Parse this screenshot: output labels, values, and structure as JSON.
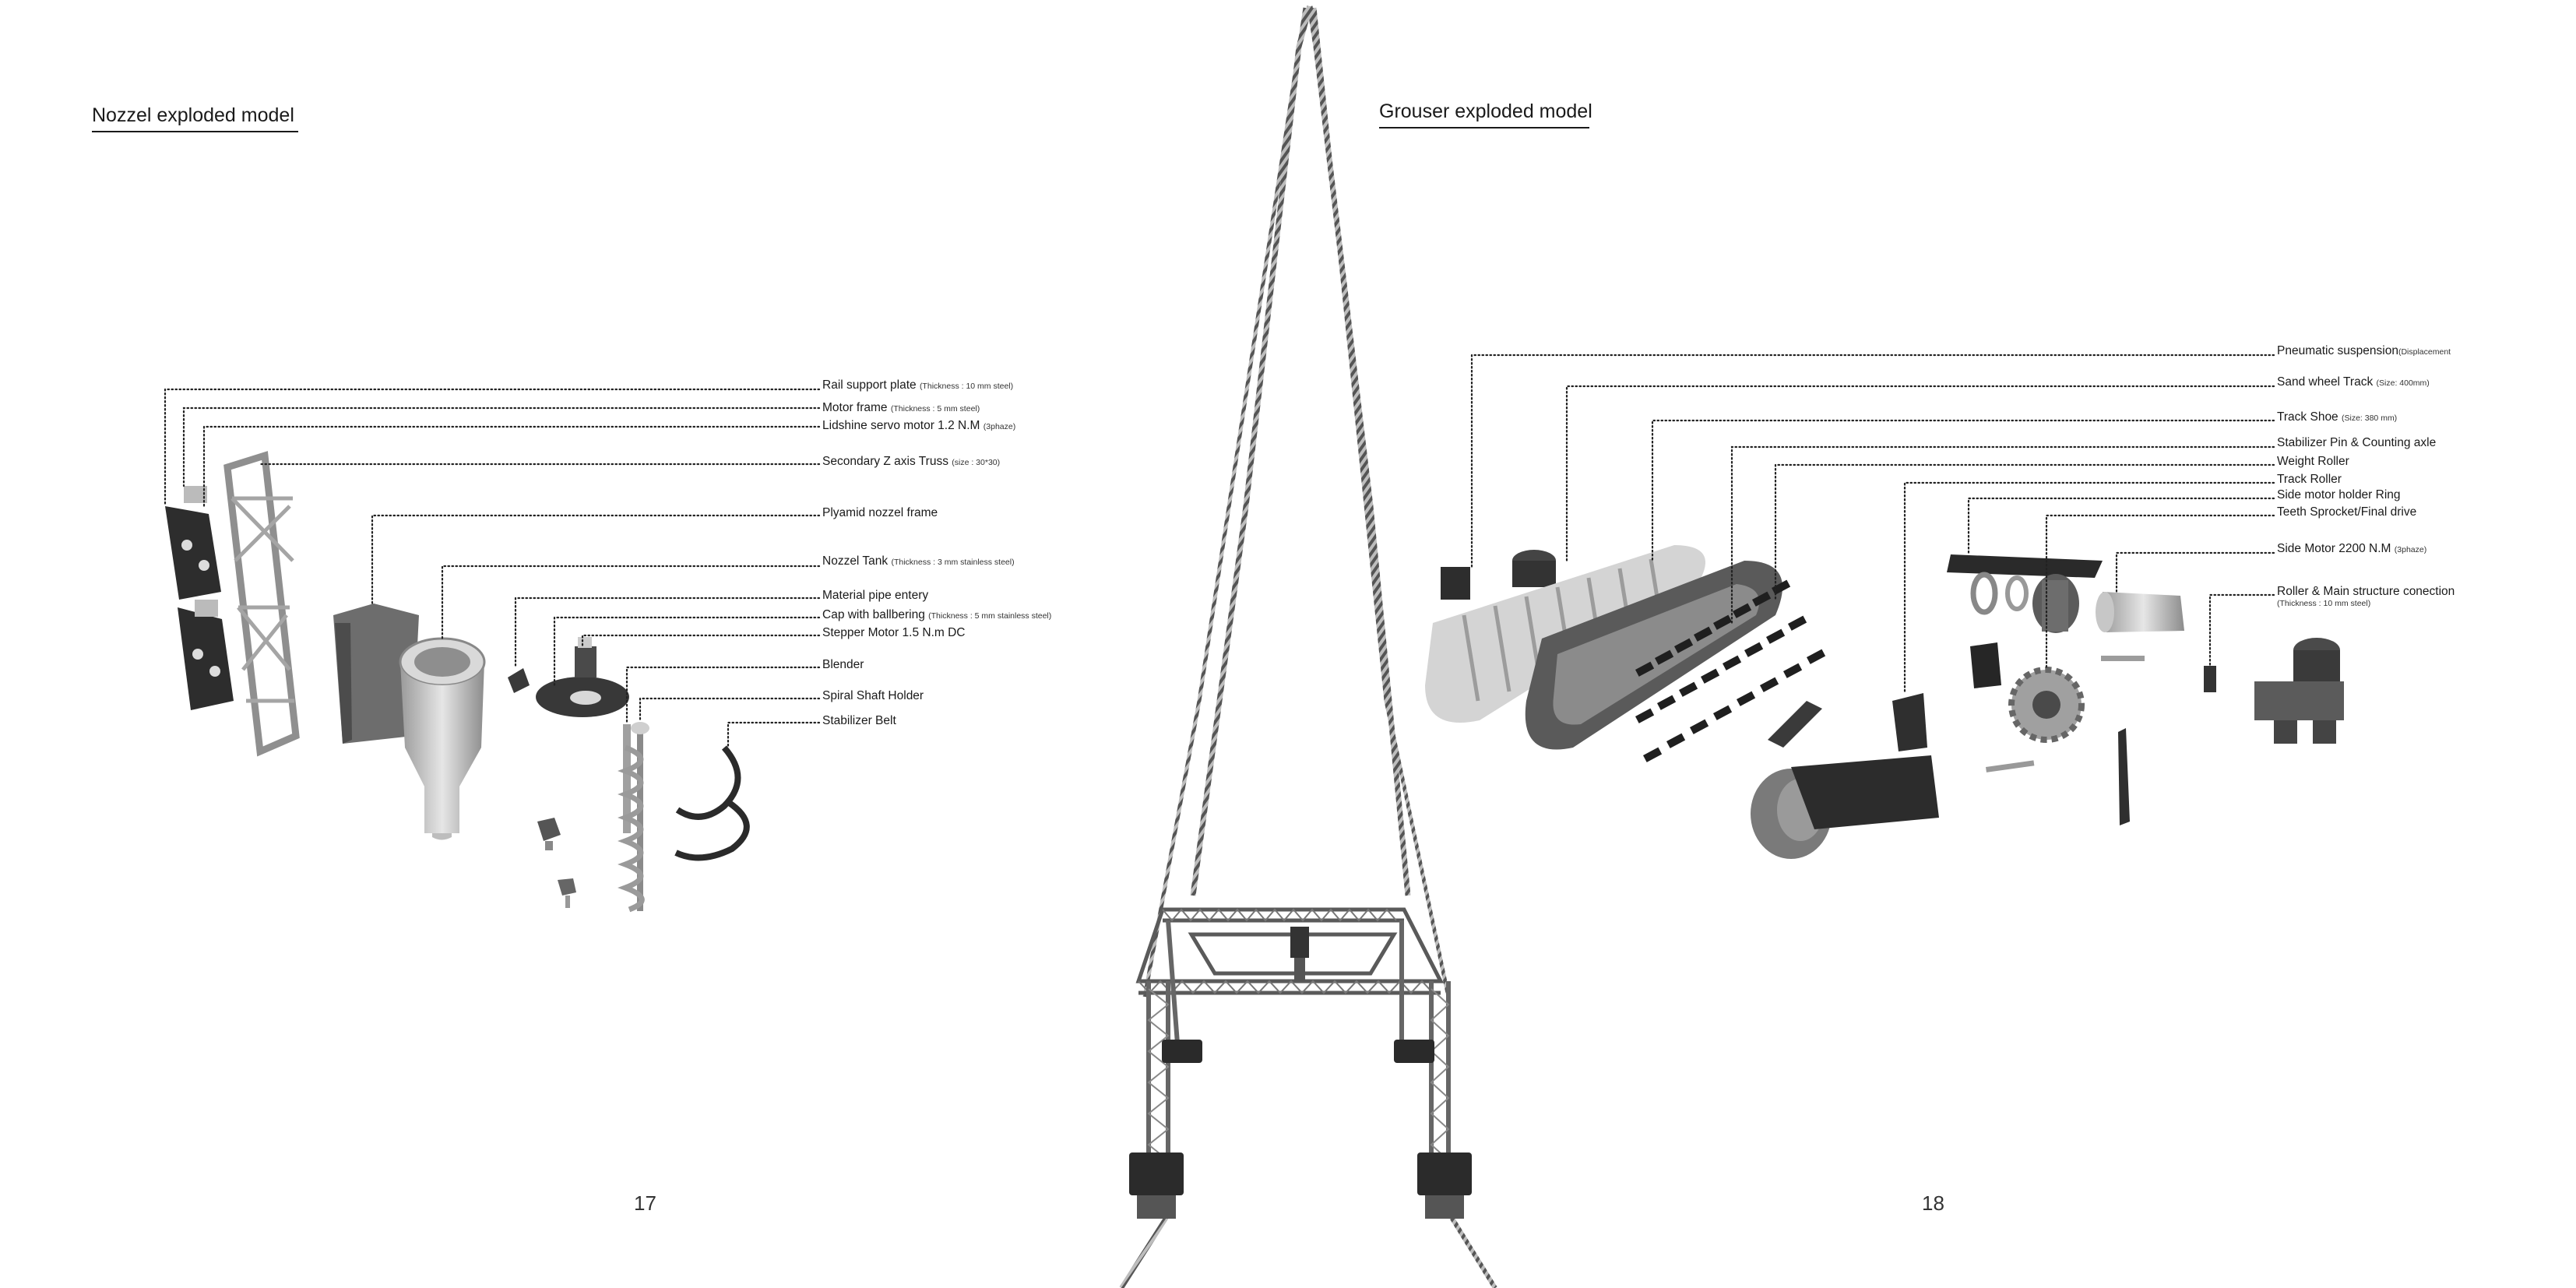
{
  "spread": {
    "left": {
      "title": "Nozzel exploded model",
      "page_number": "17",
      "labels": [
        {
          "text": "Rail support plate",
          "note": "(Thickness : 10 mm steel)"
        },
        {
          "text": "Motor frame",
          "note": " (Thickness : 5 mm steel)"
        },
        {
          "text": "Lidshine servo motor 1.2 N.M",
          "note": "(3phaze)"
        },
        {
          "text": "Secondary Z axis Truss",
          "note": "(size : 30*30)"
        },
        {
          "text": "Plyamid nozzel frame",
          "note": ""
        },
        {
          "text": "Nozzel Tank",
          "note": "(Thickness : 3 mm stainless steel)"
        },
        {
          "text": "Material pipe entery",
          "note": ""
        },
        {
          "text": "Cap with ballbering",
          "note": "(Thickness : 5 mm stainless steel)"
        },
        {
          "text": "Stepper Motor 1.5 N.m DC",
          "note": ""
        },
        {
          "text": "Blender",
          "note": ""
        },
        {
          "text": "Spiral Shaft Holder",
          "note": ""
        },
        {
          "text": "Stabilizer Belt",
          "note": ""
        }
      ]
    },
    "right": {
      "title": "Grouser exploded model",
      "page_number": "18",
      "labels": [
        {
          "text": "Pneumatic suspension",
          "note": "(Displacement"
        },
        {
          "text": "Sand wheel Track",
          "note": "(Size: 400mm)"
        },
        {
          "text": "Track Shoe",
          "note": "(Size: 380 mm)"
        },
        {
          "text": "Stabilizer Pin & Counting axle",
          "note": ""
        },
        {
          "text": "Weight Roller",
          "note": ""
        },
        {
          "text": "Track Roller",
          "note": ""
        },
        {
          "text": "Side motor holder Ring",
          "note": ""
        },
        {
          "text": "Teeth Sprocket/Final drive",
          "note": ""
        },
        {
          "text": "Side Motor 2200 N.M",
          "note": "(3phaze)"
        },
        {
          "text": "Roller & Main structure conection",
          "note": "(Thickness : 10 mm steel)"
        }
      ]
    }
  },
  "icons": {
    "nozzle_assembly": "nozzle-exploded-render",
    "grouser_assembly": "grouser-exploded-render",
    "gantry": "gantry-printer-render"
  }
}
